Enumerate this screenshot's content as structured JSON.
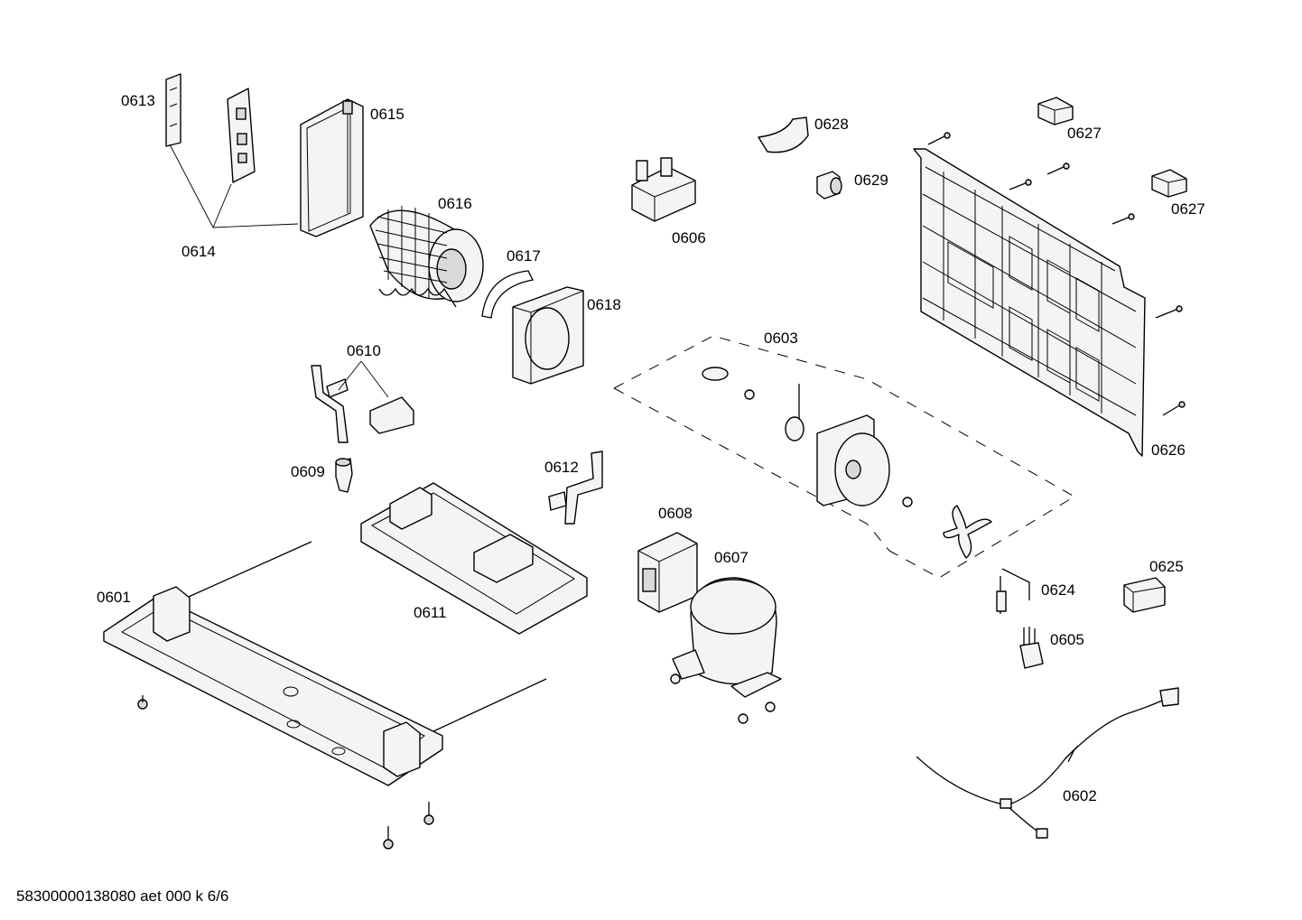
{
  "labels": {
    "p0601": "0601",
    "p0602": "0602",
    "p0603": "0603",
    "p0605": "0605",
    "p0606": "0606",
    "p0607": "0607",
    "p0608": "0608",
    "p0609": "0609",
    "p0610": "0610",
    "p0611": "0611",
    "p0612": "0612",
    "p0613": "0613",
    "p0614": "0614",
    "p0615": "0615",
    "p0616": "0616",
    "p0617": "0617",
    "p0618": "0618",
    "p0624": "0624",
    "p0625": "0625",
    "p0626": "0626",
    "p0627a": "0627",
    "p0627b": "0627",
    "p0628": "0628",
    "p0629": "0629"
  },
  "footer": {
    "drawing_id": "58300000138080 aet 000 k 6/6"
  }
}
